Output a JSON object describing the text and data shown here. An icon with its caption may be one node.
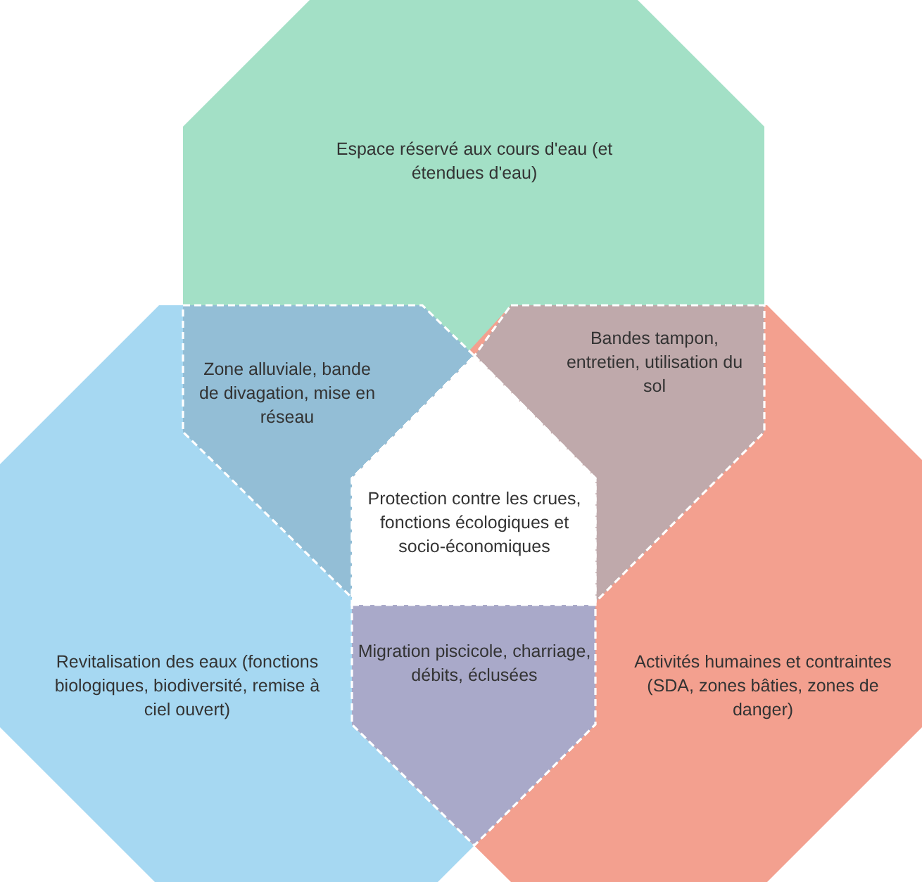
{
  "diagram": {
    "nodes": [
      {
        "text": [
          "Espace réservé aux cours d'eau (et étendues d'eau)"
        ]
      },
      {
        "text": [
          "Revitalisation des eaux (fonctions biologiques, biodiversité, remise à ciel ouvert)"
        ]
      },
      {
        "text": [
          "Activités humaines et contraintes (SDA, zones bâties, zones de danger)"
        ]
      },
      {
        "text": [
          "Zone alluviale, bande de divagation, mise en réseau"
        ]
      },
      {
        "text": [
          "Bandes tampon, entretien, utilisation du sol"
        ]
      },
      {
        "text": [
          "Protection contre les crues, fonctions écologiques et socio-économiques"
        ]
      },
      {
        "text": [
          "Migration piscicole, charriage, débits, éclusées"
        ]
      }
    ]
  }
}
